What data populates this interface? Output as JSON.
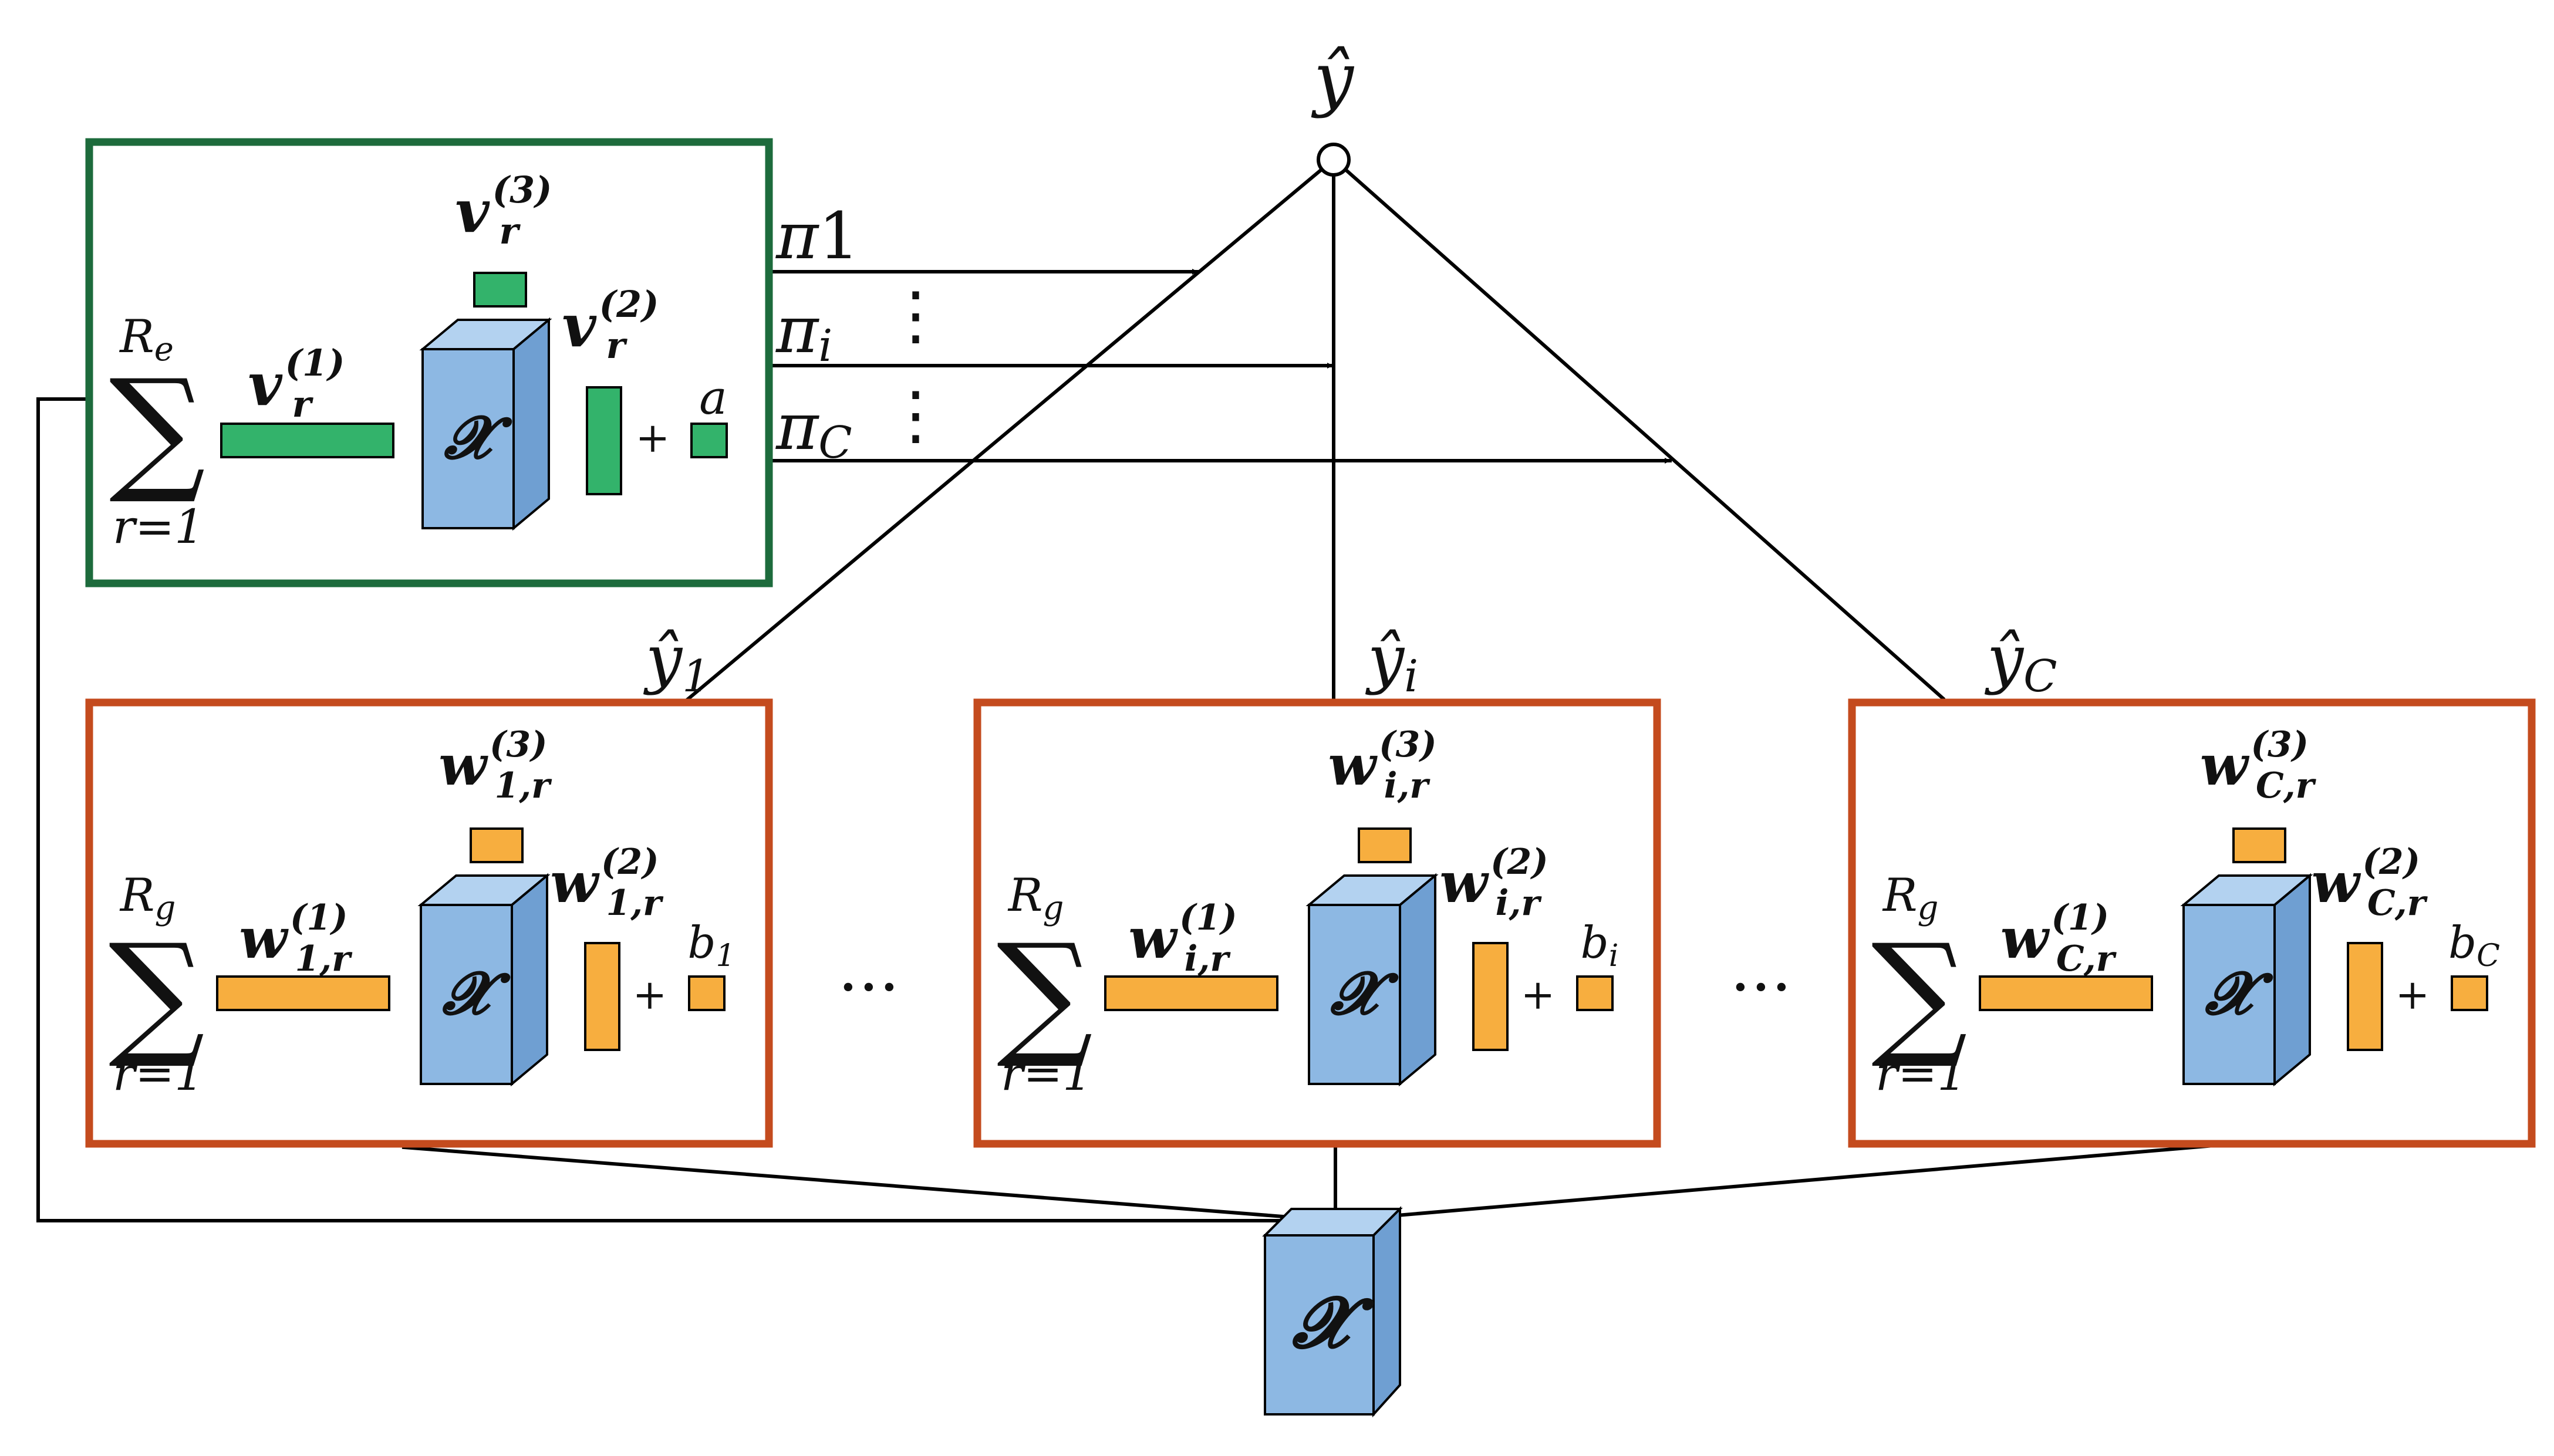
{
  "output": {
    "label": "ŷ"
  },
  "gate": {
    "sum_symbol": "∑",
    "sum_upper": "R",
    "sum_upper_sub": "e",
    "sum_lower": "r=1",
    "v1": {
      "base": "v",
      "sub": "r",
      "sup": "(1)"
    },
    "v2": {
      "base": "v",
      "sub": "r",
      "sup": "(2)"
    },
    "v3": {
      "base": "v",
      "sub": "r",
      "sup": "(3)"
    },
    "tensor": "𝓧",
    "plus": "+",
    "bias": "a",
    "pi": [
      {
        "base": "π",
        "sub": "1"
      },
      {
        "base": "π",
        "sub": "i"
      },
      {
        "base": "π",
        "sub": "C"
      }
    ],
    "vdots": "⋮"
  },
  "experts": [
    {
      "y_label": {
        "base": "ŷ",
        "sub": "1"
      },
      "sum_upper": "R",
      "sum_upper_sub": "g",
      "sum_lower": "r=1",
      "w1": {
        "base": "w",
        "sub": "1,r",
        "sup": "(1)"
      },
      "w2": {
        "base": "w",
        "sub": "1,r",
        "sup": "(2)"
      },
      "w3": {
        "base": "w",
        "sub": "1,r",
        "sup": "(3)"
      },
      "tensor": "𝓧",
      "plus": "+",
      "bias": {
        "base": "b",
        "sub": "1"
      }
    },
    {
      "y_label": {
        "base": "ŷ",
        "sub": "i"
      },
      "sum_upper": "R",
      "sum_upper_sub": "g",
      "sum_lower": "r=1",
      "w1": {
        "base": "w",
        "sub": "i,r",
        "sup": "(1)"
      },
      "w2": {
        "base": "w",
        "sub": "i,r",
        "sup": "(2)"
      },
      "w3": {
        "base": "w",
        "sub": "i,r",
        "sup": "(3)"
      },
      "tensor": "𝓧",
      "plus": "+",
      "bias": {
        "base": "b",
        "sub": "i"
      }
    },
    {
      "y_label": {
        "base": "ŷ",
        "sub": "C"
      },
      "sum_upper": "R",
      "sum_upper_sub": "g",
      "sum_lower": "r=1",
      "w1": {
        "base": "w",
        "sub": "C,r",
        "sup": "(1)"
      },
      "w2": {
        "base": "w",
        "sub": "C,r",
        "sup": "(2)"
      },
      "w3": {
        "base": "w",
        "sub": "C,r",
        "sup": "(3)"
      },
      "tensor": "𝓧",
      "plus": "+",
      "bias": {
        "base": "b",
        "sub": "C"
      }
    }
  ],
  "ellipsis": "···",
  "input": {
    "tensor": "𝓧"
  },
  "colors": {
    "gate_frame": "#1d6b3c",
    "gate_fill": "#33b36b",
    "expert_frame": "#c44b1e",
    "expert_fill": "#f7ae3f",
    "tensor_blue": "#8db8e3"
  }
}
